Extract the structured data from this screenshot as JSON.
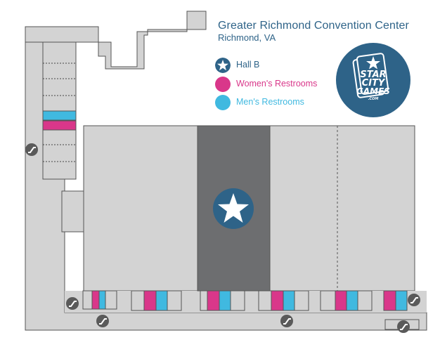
{
  "header": {
    "title": "Greater Richmond Convention Center",
    "subtitle": "Richmond, VA"
  },
  "legend": [
    {
      "label": "Hall B",
      "icon": "star-icon",
      "color": "#2e6388"
    },
    {
      "label": "Women's Restrooms",
      "icon": "circle-icon",
      "color": "#d9378a"
    },
    {
      "label": "Men's Restrooms",
      "icon": "circle-icon",
      "color": "#40b9e0"
    }
  ],
  "logo": {
    "text": "STAR CITY GAMES .COM",
    "color": "#2e6388"
  },
  "colors": {
    "building": "#d3d3d3",
    "outline": "#555555",
    "hall_b": "#6d6e70",
    "accent": "#2e6388",
    "women": "#d9378a",
    "men": "#40b9e0"
  }
}
